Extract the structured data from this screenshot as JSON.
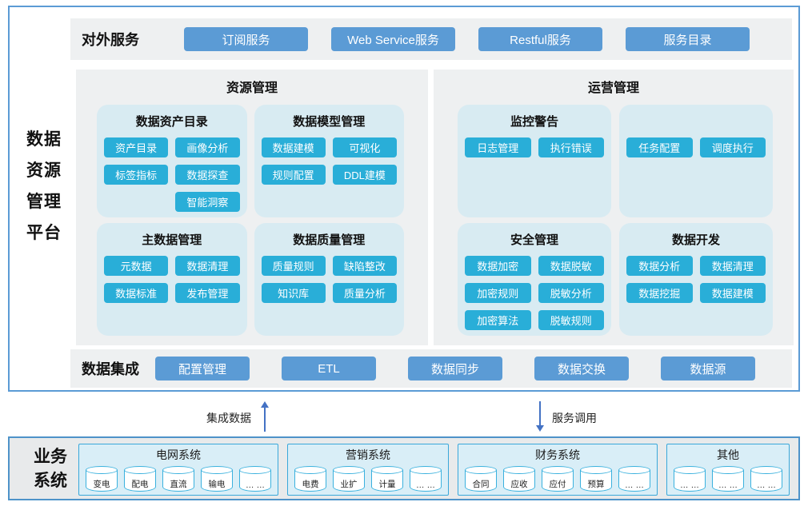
{
  "colors": {
    "frame_border": "#5b9bd5",
    "band_bg": "#eef0f1",
    "card_bg": "#d8ebf2",
    "small_button": "#29aed8",
    "big_button": "#5b9bd5",
    "bottom_bg": "#e8eaeb",
    "bottom_border": "#4e93c9",
    "system_box_bg": "#d9eef7",
    "system_box_border": "#39a8da",
    "cylinder_border": "#3ab1de",
    "arrow": "#4472c4"
  },
  "platform": {
    "title_lines": [
      "数据",
      "资源",
      "管理",
      "平台"
    ],
    "external_services": {
      "label": "对外服务",
      "buttons": [
        "订阅服务",
        "Web Service服务",
        "Restful服务",
        "服务目录"
      ]
    },
    "resource_mgmt": {
      "title": "资源管理",
      "cards": [
        {
          "title": "数据资产目录",
          "buttons": [
            "资产目录",
            "画像分析",
            "标签指标",
            "数据探查",
            "",
            "智能洞察"
          ]
        },
        {
          "title": "数据模型管理",
          "buttons": [
            "数据建模",
            "可视化",
            "规则配置",
            "DDL建模"
          ]
        },
        {
          "title": "主数据管理",
          "buttons": [
            "元数据",
            "数据清理",
            "数据标准",
            "发布管理"
          ]
        },
        {
          "title": "数据质量管理",
          "buttons": [
            "质量规则",
            "缺陷整改",
            "知识库",
            "质量分析"
          ]
        }
      ]
    },
    "operation_mgmt": {
      "title": "运营管理",
      "cards": [
        {
          "title": "监控警告",
          "buttons": [
            "日志管理",
            "执行错误"
          ]
        },
        {
          "title": "",
          "buttons": [
            "任务配置",
            "调度执行"
          ]
        },
        {
          "title": "安全管理",
          "buttons": [
            "数据加密",
            "数据脱敏",
            "加密规则",
            "脱敏分析",
            "加密算法",
            "脱敏规则"
          ]
        },
        {
          "title": "数据开发",
          "buttons": [
            "数据分析",
            "数据清理",
            "数据挖掘",
            "数据建模"
          ]
        }
      ]
    },
    "data_integration": {
      "label": "数据集成",
      "buttons": [
        "配置管理",
        "ETL",
        "数据同步",
        "数据交换",
        "数据源"
      ]
    }
  },
  "flows": {
    "up_label": "集成数据",
    "down_label": "服务调用"
  },
  "business_systems": {
    "label_lines": [
      "业务",
      "系统"
    ],
    "systems": [
      {
        "title": "电网系统",
        "databases": [
          "变电",
          "配电",
          "直流",
          "输电",
          "… …"
        ]
      },
      {
        "title": "营销系统",
        "databases": [
          "电费",
          "业扩",
          "计量",
          "… …"
        ]
      },
      {
        "title": "财务系统",
        "databases": [
          "合同",
          "应收",
          "应付",
          "预算",
          "… …"
        ]
      },
      {
        "title": "其他",
        "databases": [
          "… …",
          "… …",
          "… …"
        ]
      }
    ]
  }
}
